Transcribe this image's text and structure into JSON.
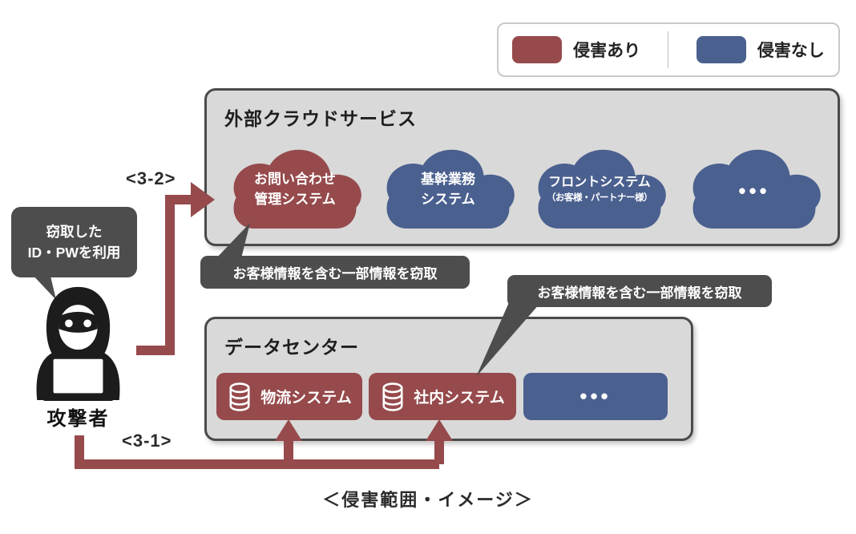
{
  "colors": {
    "compromised": "#964a4c",
    "safe": "#4a608f",
    "callout": "#4d4d4d",
    "box_bg": "#d9d9d9",
    "box_border": "#4a4a4a"
  },
  "legend": {
    "compromised_label": "侵害あり",
    "safe_label": "侵害なし"
  },
  "cloud_section": {
    "title": "外部クラウドサービス",
    "clouds": [
      {
        "line1": "お問い合わせ",
        "line2": "管理システム",
        "status": "compromised"
      },
      {
        "line1": "基幹業務",
        "line2": "システム",
        "status": "safe"
      },
      {
        "line1": "フロントシステム",
        "line2": "（お客様・パートナー様）",
        "status": "safe"
      },
      {
        "line1": "•••",
        "line2": "",
        "status": "safe"
      }
    ]
  },
  "datacenter_section": {
    "title": "データセンター",
    "systems": [
      {
        "label": "物流システム",
        "status": "compromised",
        "icon": "database-icon"
      },
      {
        "label": "社内システム",
        "status": "compromised",
        "icon": "database-icon"
      },
      {
        "label": "•••",
        "status": "safe"
      }
    ]
  },
  "callouts": {
    "cloud_theft": "お客様情報を含む一部情報を窃取",
    "datacenter_theft": "お客様情報を含む一部情報を窃取"
  },
  "attacker": {
    "bubble_line1": "窃取した",
    "bubble_line2": "ID・PWを利用",
    "label": "攻撃者"
  },
  "arrows": {
    "step_cloud": "<3-2>",
    "step_datacenter": "<3-1>"
  },
  "caption": "＜侵害範囲・イメージ＞"
}
